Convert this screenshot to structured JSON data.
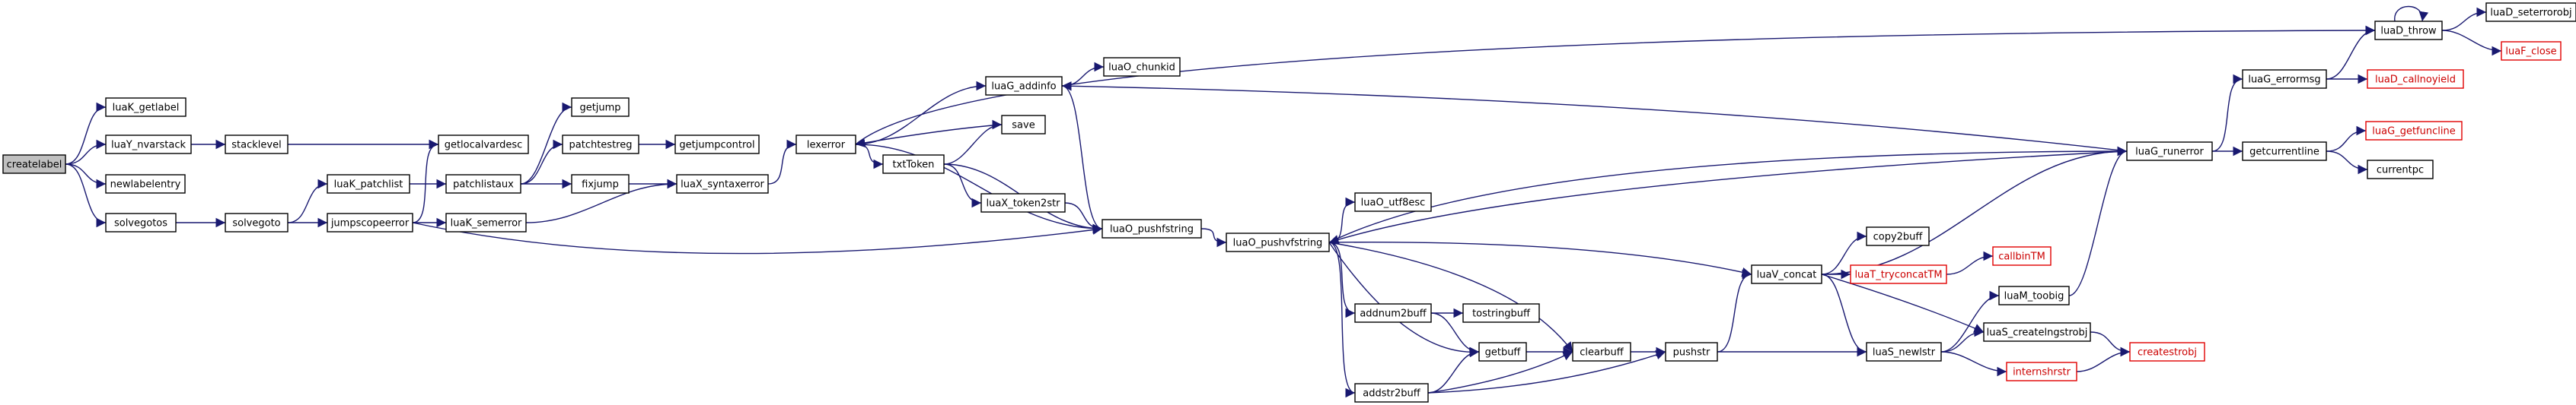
{
  "graph": {
    "nodes": [
      {
        "id": "createlabel",
        "label": "createlabel",
        "root": true
      },
      {
        "id": "luaK_getlabel",
        "label": "luaK_getlabel"
      },
      {
        "id": "luaY_nvarstack",
        "label": "luaY_nvarstack"
      },
      {
        "id": "newlabelentry",
        "label": "newlabelentry"
      },
      {
        "id": "solvegotos",
        "label": "solvegotos"
      },
      {
        "id": "stacklevel",
        "label": "stacklevel"
      },
      {
        "id": "solvegoto",
        "label": "solvegoto"
      },
      {
        "id": "getlocalvardesc",
        "label": "getlocalvardesc"
      },
      {
        "id": "luaK_patchlist",
        "label": "luaK_patchlist"
      },
      {
        "id": "jumpscopeerror",
        "label": "jumpscopeerror"
      },
      {
        "id": "patchlistaux",
        "label": "patchlistaux"
      },
      {
        "id": "luaK_semerror",
        "label": "luaK_semerror"
      },
      {
        "id": "getjump",
        "label": "getjump"
      },
      {
        "id": "patchtestreg",
        "label": "patchtestreg"
      },
      {
        "id": "fixjump",
        "label": "fixjump"
      },
      {
        "id": "getjumpcontrol",
        "label": "getjumpcontrol"
      },
      {
        "id": "luaX_syntaxerror",
        "label": "luaX_syntaxerror"
      },
      {
        "id": "lexerror",
        "label": "lexerror"
      },
      {
        "id": "luaG_addinfo",
        "label": "luaG_addinfo"
      },
      {
        "id": "luaO_chunkid",
        "label": "luaO_chunkid"
      },
      {
        "id": "save",
        "label": "save"
      },
      {
        "id": "txtToken",
        "label": "txtToken"
      },
      {
        "id": "luaX_token2str",
        "label": "luaX_token2str"
      },
      {
        "id": "luaO_pushfstring",
        "label": "luaO_pushfstring"
      },
      {
        "id": "luaO_pushvfstring",
        "label": "luaO_pushvfstring"
      },
      {
        "id": "luaO_utf8esc",
        "label": "luaO_utf8esc"
      },
      {
        "id": "addnum2buff",
        "label": "addnum2buff"
      },
      {
        "id": "tostringbuff",
        "label": "tostringbuff"
      },
      {
        "id": "getbuff",
        "label": "getbuff"
      },
      {
        "id": "addstr2buff",
        "label": "addstr2buff"
      },
      {
        "id": "clearbuff",
        "label": "clearbuff"
      },
      {
        "id": "pushstr",
        "label": "pushstr"
      },
      {
        "id": "luaV_concat",
        "label": "luaV_concat"
      },
      {
        "id": "copy2buff",
        "label": "copy2buff"
      },
      {
        "id": "luaT_tryconcatTM",
        "label": "luaT_tryconcatTM",
        "red": true
      },
      {
        "id": "callbinTM",
        "label": "callbinTM",
        "red": true
      },
      {
        "id": "luaS_newlstr",
        "label": "luaS_newlstr"
      },
      {
        "id": "luaM_toobig",
        "label": "luaM_toobig"
      },
      {
        "id": "luaS_createlngstrobj",
        "label": "luaS_createlngstrobj"
      },
      {
        "id": "internshrstr",
        "label": "internshrstr",
        "red": true
      },
      {
        "id": "createstrobj",
        "label": "createstrobj",
        "red": true
      },
      {
        "id": "luaG_runerror",
        "label": "luaG_runerror"
      },
      {
        "id": "luaG_errormsg",
        "label": "luaG_errormsg"
      },
      {
        "id": "luaD_throw",
        "label": "luaD_throw"
      },
      {
        "id": "luaD_seterrorobj",
        "label": "luaD_seterrorobj"
      },
      {
        "id": "luaF_close",
        "label": "luaF_close",
        "red": true
      },
      {
        "id": "luaD_callnoyield",
        "label": "luaD_callnoyield",
        "red": true
      },
      {
        "id": "getcurrentline",
        "label": "getcurrentline"
      },
      {
        "id": "luaG_getfuncline",
        "label": "luaG_getfuncline",
        "red": true
      },
      {
        "id": "currentpc",
        "label": "currentpc"
      }
    ],
    "edges": [
      [
        "createlabel",
        "luaK_getlabel"
      ],
      [
        "createlabel",
        "luaY_nvarstack"
      ],
      [
        "createlabel",
        "newlabelentry"
      ],
      [
        "createlabel",
        "solvegotos"
      ],
      [
        "luaY_nvarstack",
        "stacklevel"
      ],
      [
        "stacklevel",
        "getlocalvardesc"
      ],
      [
        "solvegotos",
        "solvegoto"
      ],
      [
        "solvegoto",
        "luaK_patchlist"
      ],
      [
        "solvegoto",
        "jumpscopeerror"
      ],
      [
        "luaK_patchlist",
        "patchlistaux"
      ],
      [
        "jumpscopeerror",
        "getlocalvardesc"
      ],
      [
        "jumpscopeerror",
        "luaK_semerror"
      ],
      [
        "jumpscopeerror",
        "luaO_pushfstring"
      ],
      [
        "patchlistaux",
        "getjump"
      ],
      [
        "patchlistaux",
        "patchtestreg"
      ],
      [
        "patchlistaux",
        "fixjump"
      ],
      [
        "patchtestreg",
        "getjumpcontrol"
      ],
      [
        "fixjump",
        "luaX_syntaxerror"
      ],
      [
        "luaK_semerror",
        "luaX_syntaxerror"
      ],
      [
        "luaX_syntaxerror",
        "lexerror"
      ],
      [
        "lexerror",
        "luaD_throw"
      ],
      [
        "lexerror",
        "luaG_addinfo"
      ],
      [
        "lexerror",
        "txtToken"
      ],
      [
        "lexerror",
        "luaO_pushfstring"
      ],
      [
        "luaG_addinfo",
        "luaO_chunkid"
      ],
      [
        "luaG_addinfo",
        "luaO_pushfstring"
      ],
      [
        "txtToken",
        "save"
      ],
      [
        "txtToken",
        "luaX_token2str"
      ],
      [
        "txtToken",
        "luaO_pushfstring"
      ],
      [
        "save",
        "lexerror"
      ],
      [
        "luaX_token2str",
        "luaO_pushfstring"
      ],
      [
        "luaO_pushfstring",
        "luaO_pushvfstring"
      ],
      [
        "luaO_pushvfstring",
        "luaO_utf8esc"
      ],
      [
        "luaO_pushvfstring",
        "luaG_runerror"
      ],
      [
        "luaO_pushvfstring",
        "luaV_concat"
      ],
      [
        "luaO_pushvfstring",
        "addnum2buff"
      ],
      [
        "luaO_pushvfstring",
        "getbuff"
      ],
      [
        "luaO_pushvfstring",
        "addstr2buff"
      ],
      [
        "luaO_pushvfstring",
        "clearbuff"
      ],
      [
        "addnum2buff",
        "tostringbuff"
      ],
      [
        "addnum2buff",
        "getbuff"
      ],
      [
        "getbuff",
        "clearbuff"
      ],
      [
        "addstr2buff",
        "getbuff"
      ],
      [
        "addstr2buff",
        "clearbuff"
      ],
      [
        "addstr2buff",
        "pushstr"
      ],
      [
        "clearbuff",
        "pushstr"
      ],
      [
        "pushstr",
        "luaV_concat"
      ],
      [
        "pushstr",
        "luaS_newlstr"
      ],
      [
        "luaV_concat",
        "luaG_runerror"
      ],
      [
        "luaV_concat",
        "copy2buff"
      ],
      [
        "luaV_concat",
        "luaT_tryconcatTM"
      ],
      [
        "luaV_concat",
        "luaS_newlstr"
      ],
      [
        "luaV_concat",
        "luaS_createlngstrobj"
      ],
      [
        "luaT_tryconcatTM",
        "callbinTM"
      ],
      [
        "luaS_newlstr",
        "luaM_toobig"
      ],
      [
        "luaS_newlstr",
        "luaS_createlngstrobj"
      ],
      [
        "luaS_newlstr",
        "internshrstr"
      ],
      [
        "luaM_toobig",
        "luaG_runerror"
      ],
      [
        "luaS_createlngstrobj",
        "createstrobj"
      ],
      [
        "internshrstr",
        "createstrobj"
      ],
      [
        "luaG_runerror",
        "luaG_addinfo"
      ],
      [
        "luaG_runerror",
        "luaO_pushvfstring"
      ],
      [
        "luaG_runerror",
        "luaG_errormsg"
      ],
      [
        "luaG_runerror",
        "getcurrentline"
      ],
      [
        "luaG_errormsg",
        "luaD_throw"
      ],
      [
        "luaG_errormsg",
        "luaD_callnoyield"
      ],
      [
        "luaD_throw",
        "luaD_throw"
      ],
      [
        "luaD_throw",
        "luaD_seterrorobj"
      ],
      [
        "luaD_throw",
        "luaF_close"
      ],
      [
        "getcurrentline",
        "luaG_getfuncline"
      ],
      [
        "getcurrentline",
        "currentpc"
      ]
    ]
  }
}
